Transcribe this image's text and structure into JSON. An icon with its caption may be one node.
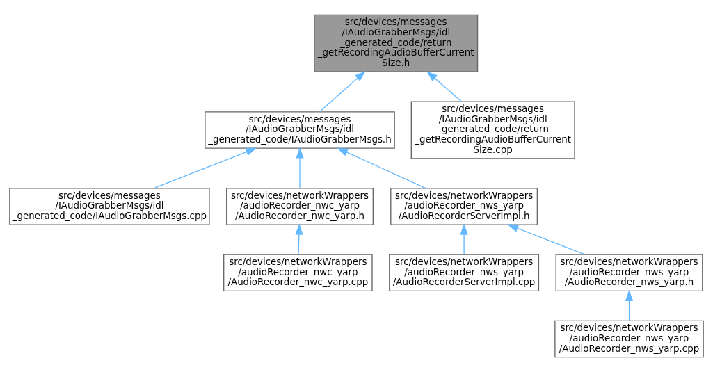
{
  "diagram": {
    "nodes": [
      {
        "text": [
          "src/devices/messages /IAudioGrabberMsgs/idl _generated_code/return _getRecordingAudioBufferCurrent Size.h"
        ]
      },
      {
        "text": [
          "src/devices/messages /IAudioGrabberMsgs/idl _generated_code/IAudioGrabberMsgs.h"
        ]
      },
      {
        "text": [
          "src/devices/messages /IAudioGrabberMsgs/idl _generated_code/return _getRecordingAudioBufferCurrent Size.cpp"
        ]
      },
      {
        "text": [
          "src/devices/messages /IAudioGrabberMsgs/idl _generated_code/IAudioGrabberMsgs.cpp"
        ]
      },
      {
        "text": [
          "src/devices/networkWrappers /audioRecorder_nwc_yarp /AudioRecorder_nwc_yarp.h"
        ]
      },
      {
        "text": [
          "src/devices/networkWrappers /audioRecorder_nws_yarp /AudioRecorderServerImpl.h"
        ]
      },
      {
        "text": [
          "src/devices/networkWrappers /audioRecorder_nwc_yarp /AudioRecorder_nwc_yarp.cpp"
        ]
      },
      {
        "text": [
          "src/devices/networkWrappers /audioRecorder_nws_yarp /AudioRecorderServerImpl.cpp"
        ]
      },
      {
        "text": [
          "src/devices/networkWrappers /audioRecorder_nws_yarp /AudioRecorder_nws_yarp.h"
        ]
      },
      {
        "text": [
          "src/devices/networkWrappers /audioRecorder_nws_yarp /AudioRecorder_nws_yarp.cpp"
        ]
      }
    ],
    "edges": [
      {
        "from": 1,
        "to": 0,
        "arrow": "to"
      },
      {
        "from": 2,
        "to": 0,
        "arrow": "to"
      },
      {
        "from": 3,
        "to": 1,
        "arrow": "to"
      },
      {
        "from": 4,
        "to": 1,
        "arrow": "to"
      },
      {
        "from": 5,
        "to": 1,
        "arrow": "to"
      },
      {
        "from": 6,
        "to": 4,
        "arrow": "to"
      },
      {
        "from": 7,
        "to": 5,
        "arrow": "to"
      },
      {
        "from": 8,
        "to": 5,
        "arrow": "to"
      },
      {
        "from": 9,
        "to": 8,
        "arrow": "to"
      }
    ]
  }
}
